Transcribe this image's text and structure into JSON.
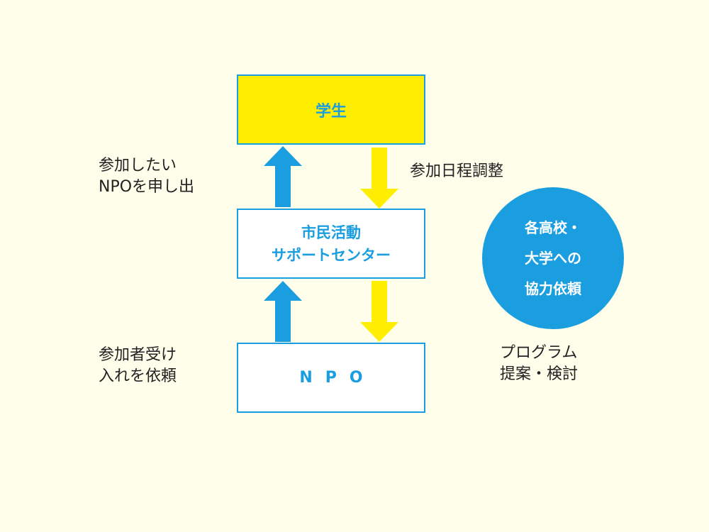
{
  "boxes": {
    "student": "学生",
    "center_line1": "市民活動",
    "center_line2": "サポートセンター",
    "npo": "NPO"
  },
  "labels": {
    "apply_line1": "参加したい",
    "apply_line2": "NPOを申し出",
    "schedule": "参加日程調整",
    "request_line1": "参加者受け",
    "request_line2": "入れを依頼",
    "program_line1": "プログラム",
    "program_line2": "提案・検討"
  },
  "circle": {
    "line1": "各高校・",
    "line2": "大学への",
    "line3": "協力依頼"
  },
  "colors": {
    "background": "#fffeeb",
    "blue": "#1a9ee0",
    "yellow": "#ffee00"
  }
}
